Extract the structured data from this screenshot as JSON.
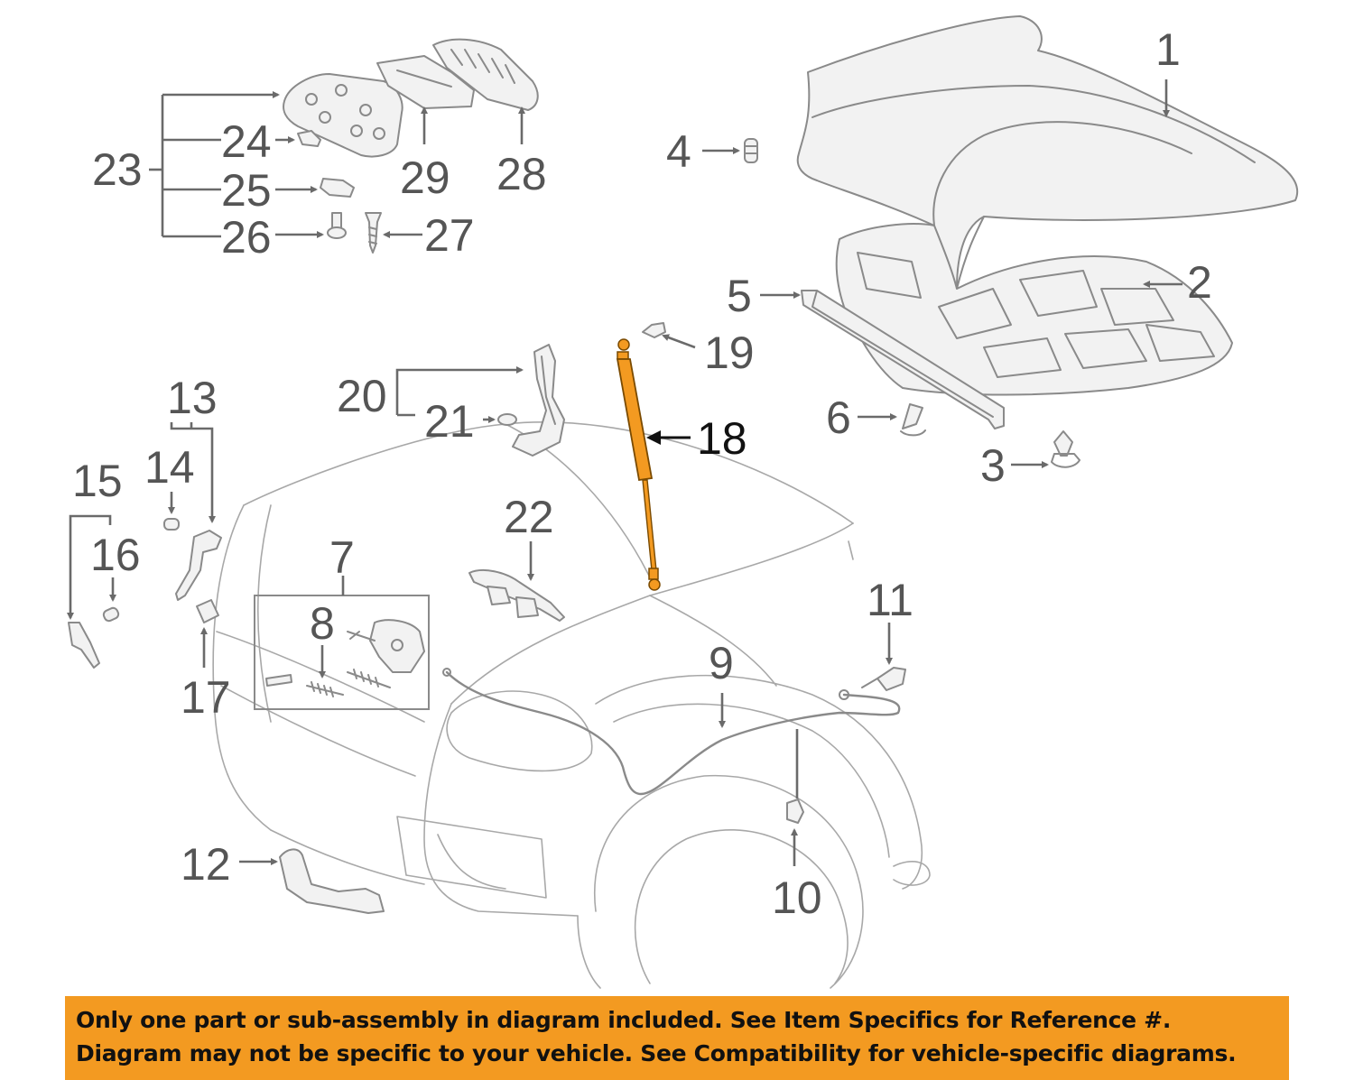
{
  "highlight_color": "#f39a21",
  "highlighted_part": "18",
  "callouts": {
    "n1": "1",
    "n2": "2",
    "n3": "3",
    "n4": "4",
    "n5": "5",
    "n6": "6",
    "n7": "7",
    "n8": "8",
    "n9": "9",
    "n10": "10",
    "n11": "11",
    "n12": "12",
    "n13": "13",
    "n14": "14",
    "n15": "15",
    "n16": "16",
    "n17": "17",
    "n18": "18",
    "n19": "19",
    "n20": "20",
    "n21": "21",
    "n22": "22",
    "n23": "23",
    "n24": "24",
    "n25": "25",
    "n26": "26",
    "n27": "27",
    "n28": "28",
    "n29": "29"
  },
  "banner": {
    "line1": "Only one part or sub-assembly in diagram included. See Item Specifics for Reference #.",
    "line2": "Diagram may not be specific to your vehicle. See Compatibility for vehicle-specific diagrams."
  }
}
